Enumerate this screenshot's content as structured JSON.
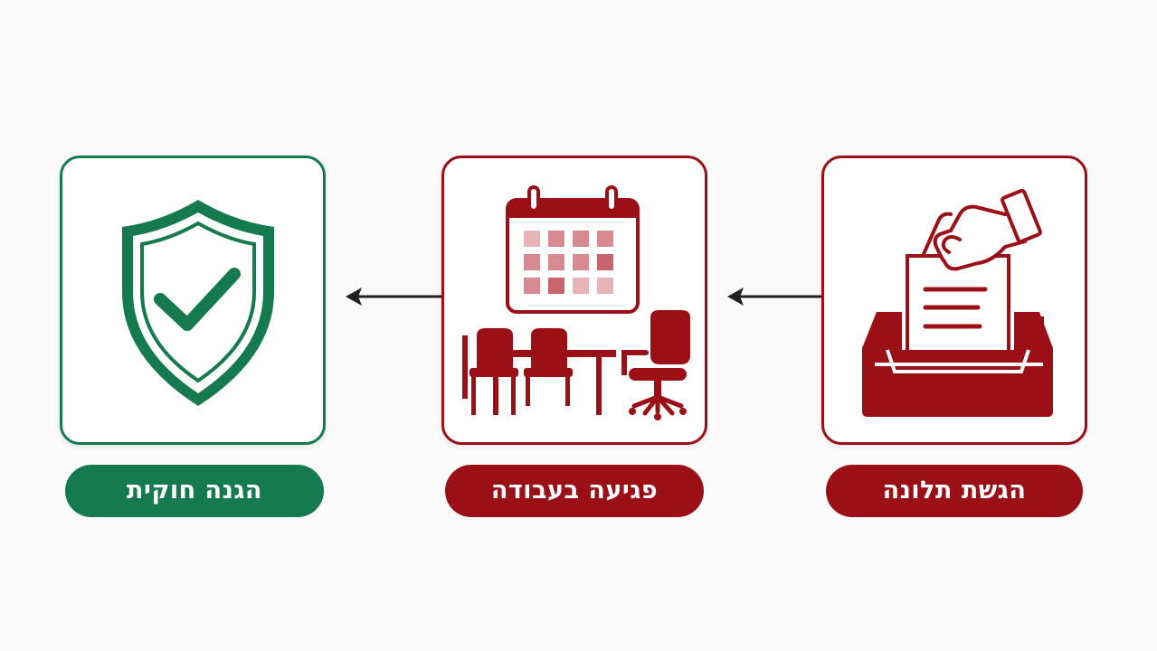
{
  "colors": {
    "red": "#9b1016",
    "green": "#157a4e",
    "light_red": "#e7b4b8",
    "arrow": "#1f1f1f",
    "background": "#fbfbfb"
  },
  "steps": [
    {
      "label": "הגשת תלונה",
      "icon": "document-into-tray-icon",
      "color": "red"
    },
    {
      "label": "פגיעה בעבודה",
      "icon": "calendar-and-meeting-room-icon",
      "color": "red"
    },
    {
      "label": "הגנה חוקית",
      "icon": "shield-check-icon",
      "color": "green"
    }
  ],
  "flow_direction": "right-to-left"
}
